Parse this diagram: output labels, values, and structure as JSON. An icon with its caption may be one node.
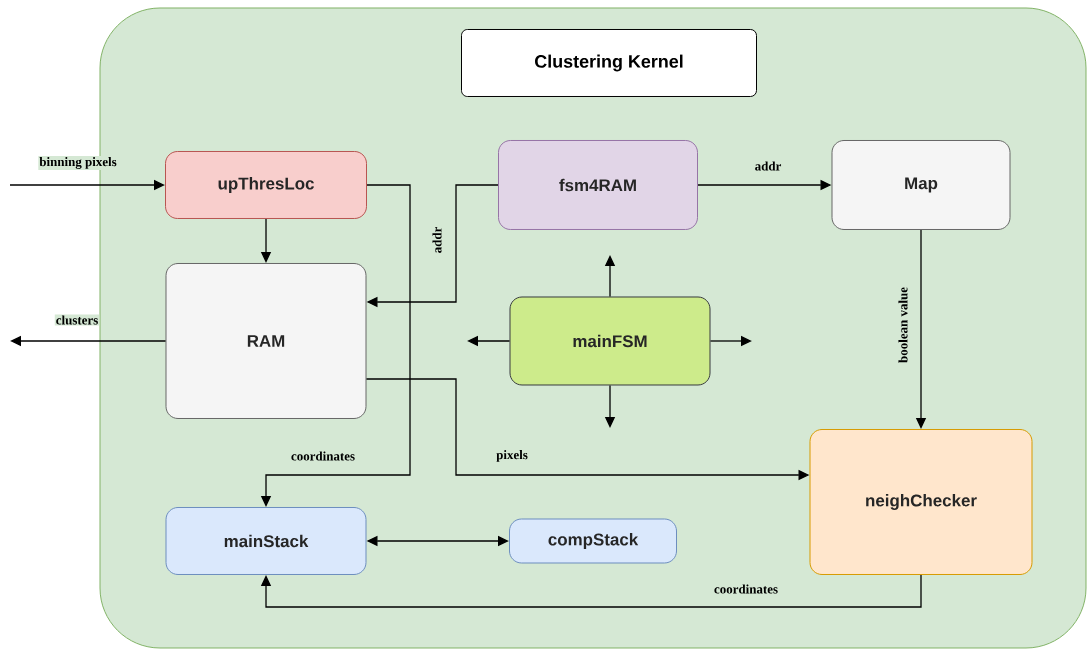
{
  "diagram": {
    "nodes": [
      {
        "text": [
          "Clustering Kernel"
        ]
      },
      {
        "text": [
          "upThresLoc"
        ],
        "in": 0
      },
      {
        "text": [
          "fsm4RAM"
        ],
        "in": 0
      },
      {
        "text": [
          "Map"
        ],
        "in": 0
      },
      {
        "text": [
          "RAM"
        ],
        "in": 0
      },
      {
        "text": [
          "mainFSM"
        ],
        "in": 0
      },
      {
        "text": [
          "mainStack"
        ],
        "in": 0
      },
      {
        "text": [
          "compStack"
        ],
        "in": 0
      },
      {
        "text": [
          "neighChecker"
        ],
        "in": 0
      }
    ],
    "edges": [
      {
        "from": null,
        "to": 1,
        "arrow": "to",
        "label": "binning pixels"
      },
      {
        "from": 4,
        "to": null,
        "arrow": "to",
        "label": "clusters"
      },
      {
        "from": 1,
        "to": 4,
        "arrow": "to"
      },
      {
        "from": 1,
        "to": 6,
        "arrow": "to",
        "label": "coordinates"
      },
      {
        "from": 2,
        "to": 4,
        "arrow": "to",
        "label": "addr"
      },
      {
        "from": 2,
        "to": 3,
        "arrow": "to",
        "label": "addr"
      },
      {
        "from": 3,
        "to": 8,
        "arrow": "to",
        "label": "boolean value"
      },
      {
        "from": 4,
        "to": 8,
        "arrow": "to",
        "label": "pixels"
      },
      {
        "from": 6,
        "to": 7,
        "arrow": "both"
      },
      {
        "from": 8,
        "to": 6,
        "arrow": "to",
        "label": "coordinates"
      },
      {
        "from": 5,
        "to": null,
        "arrow": "to"
      },
      {
        "from": 5,
        "to": null,
        "arrow": "to"
      },
      {
        "from": 5,
        "to": null,
        "arrow": "to"
      },
      {
        "from": 5,
        "to": null,
        "arrow": "to"
      }
    ]
  }
}
